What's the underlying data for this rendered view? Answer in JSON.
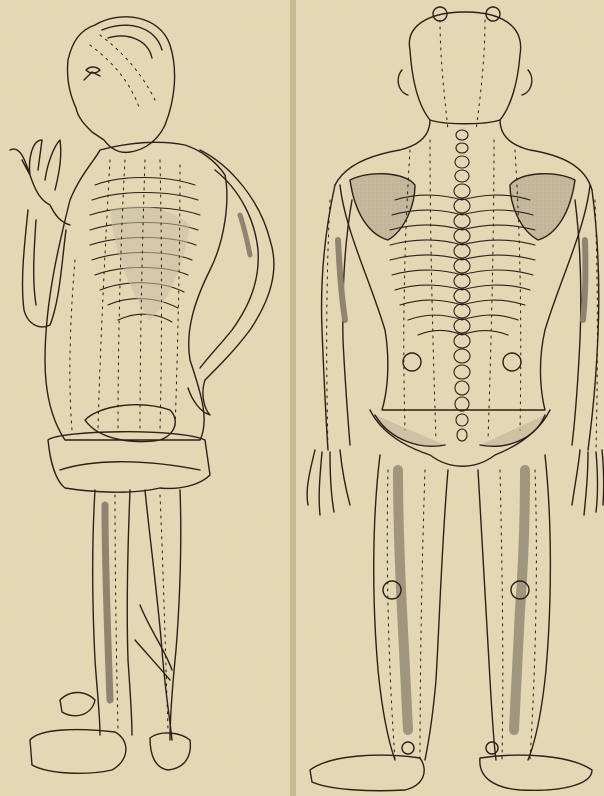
{
  "image": {
    "subject": "acupuncture-meridian-charts",
    "panels": [
      {
        "name": "front-figure"
      },
      {
        "name": "back-figure"
      }
    ],
    "colors": {
      "paper": "#e6d8b4",
      "paper_dark": "#d6c49b",
      "ink": "#2a2119",
      "shade": "#b9ad94",
      "divider": "#c7b58c"
    }
  }
}
